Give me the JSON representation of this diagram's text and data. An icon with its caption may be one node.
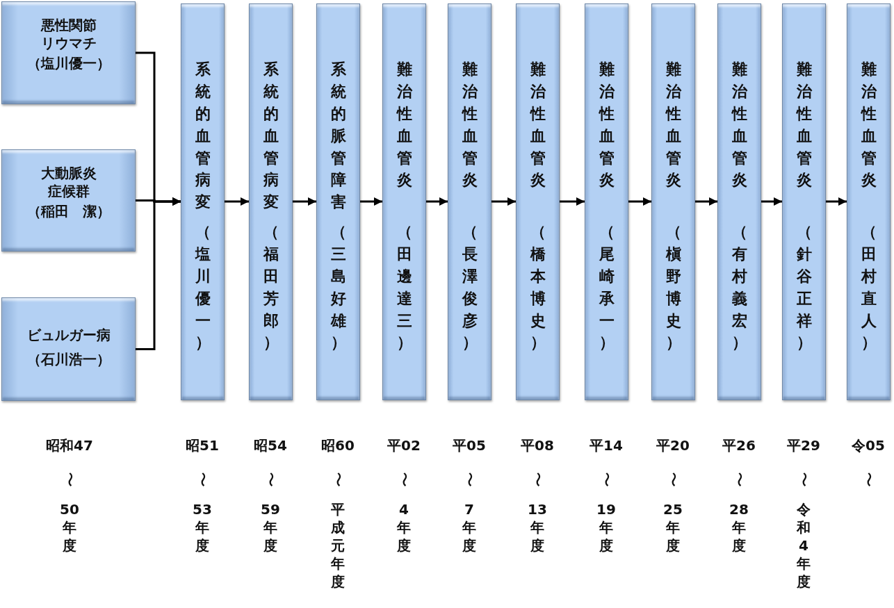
{
  "diagram": {
    "nodes": [
      {
        "text": [
          "悪性関節リウマチ",
          "（塩川優一）"
        ]
      },
      {
        "text": [
          "大動脈炎症候群",
          "（稲田　潔）"
        ]
      },
      {
        "text": [
          "ビュルガー病",
          "（石川浩一）"
        ]
      },
      {
        "text": [
          "系統的血管病変",
          "（塩川優一）"
        ]
      },
      {
        "text": [
          "系統的血管病変",
          "（福田芳郎）"
        ]
      },
      {
        "text": [
          "系統的脈管障害",
          "（三島好雄）"
        ]
      },
      {
        "text": [
          "難治性血管炎",
          "（田邊達三）"
        ]
      },
      {
        "text": [
          "難治性血管炎",
          "（長澤俊彦）"
        ]
      },
      {
        "text": [
          "難治性血管炎",
          "（橋本博史）"
        ]
      },
      {
        "text": [
          "難治性血管炎",
          "（尾崎承一）"
        ]
      },
      {
        "text": [
          "難治性血管炎",
          "（槇野博史）"
        ]
      },
      {
        "text": [
          "難治性血管炎",
          "（有村義宏）"
        ]
      },
      {
        "text": [
          "難治性血管炎",
          "（針谷正祥）"
        ]
      },
      {
        "text": [
          "難治性血管炎",
          "（田村直人）"
        ]
      }
    ],
    "edges": [
      {
        "from": 0,
        "to": 3,
        "arrow": "to"
      },
      {
        "from": 1,
        "to": 3,
        "arrow": "to"
      },
      {
        "from": 2,
        "to": 3,
        "arrow": "to"
      },
      {
        "from": 3,
        "to": 4,
        "arrow": "to"
      },
      {
        "from": 4,
        "to": 5,
        "arrow": "to"
      },
      {
        "from": 5,
        "to": 6,
        "arrow": "to"
      },
      {
        "from": 6,
        "to": 7,
        "arrow": "to"
      },
      {
        "from": 7,
        "to": 8,
        "arrow": "to"
      },
      {
        "from": 8,
        "to": 9,
        "arrow": "to"
      },
      {
        "from": 9,
        "to": 10,
        "arrow": "to"
      },
      {
        "from": 10,
        "to": 11,
        "arrow": "to"
      },
      {
        "from": 11,
        "to": 12,
        "arrow": "to"
      },
      {
        "from": 12,
        "to": 13,
        "arrow": "to"
      }
    ],
    "labels": [
      "昭和47",
      "〜",
      "50年度",
      "昭51",
      "〜",
      "53年度",
      "昭54",
      "〜",
      "59年度",
      "昭60",
      "〜",
      "平成元年度",
      "平02",
      "〜",
      "4年度",
      "平05",
      "〜",
      "7年度",
      "平08",
      "〜",
      "13年度",
      "平14",
      "〜",
      "19年度",
      "平20",
      "〜",
      "25年度",
      "平26",
      "〜",
      "28年度",
      "平29",
      "〜",
      "令和4年度",
      "令05",
      "〜"
    ]
  }
}
